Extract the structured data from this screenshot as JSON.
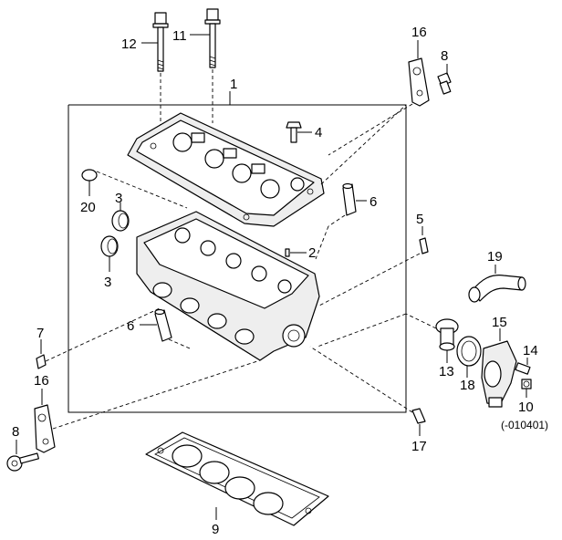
{
  "callouts": {
    "c1": "1",
    "c2": "2",
    "c3a": "3",
    "c3b": "3",
    "c4": "4",
    "c5": "5",
    "c6a": "6",
    "c6b": "6",
    "c7": "7",
    "c8a": "8",
    "c8b": "8",
    "c9": "9",
    "c10": "10",
    "c11": "11",
    "c12": "12",
    "c13": "13",
    "c14": "14",
    "c15": "15",
    "c16a": "16",
    "c16b": "16",
    "c17": "17",
    "c18": "18",
    "c19": "19",
    "c20": "20"
  },
  "notes": {
    "part10_code": "(-010401)"
  }
}
